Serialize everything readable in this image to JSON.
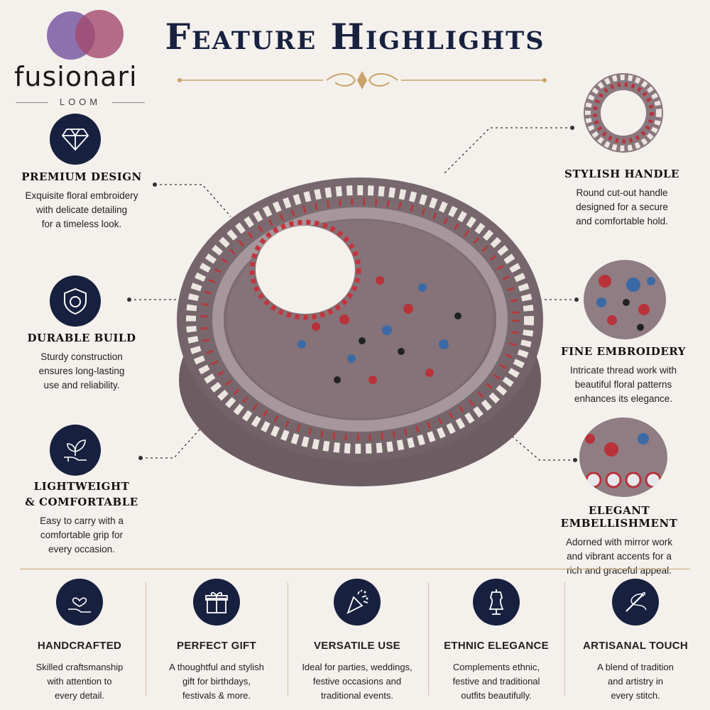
{
  "header": {
    "title": "Feature Highlights"
  },
  "brand": {
    "name": "fusionari",
    "sub": "LOOM",
    "colors": {
      "purple": "#7a5aa5",
      "rose": "#a24a6e",
      "navy": "#17203e",
      "gold": "#c9a36a"
    }
  },
  "left_features": [
    {
      "icon": "diamond-icon",
      "title": "PREMIUM DESIGN",
      "desc": [
        "Exquisite floral embroidery",
        "with delicate detailing",
        "for a timeless look."
      ]
    },
    {
      "icon": "shield-icon",
      "title": "DURABLE BUILD",
      "desc": [
        "Sturdy construction",
        "ensures long-lasting",
        "use and reliability."
      ]
    },
    {
      "icon": "plant-in-hand-icon",
      "title": [
        "LIGHTWEIGHT",
        "& COMFORTABLE"
      ],
      "desc": [
        "Easy to carry with a",
        "comfortable grip for",
        "every occasion."
      ]
    }
  ],
  "right_features": [
    {
      "title": "STYLISH HANDLE",
      "desc": [
        "Round cut-out handle",
        "designed for a secure",
        "and comfortable hold."
      ]
    },
    {
      "title": "FINE EMBROIDERY",
      "desc": [
        "Intricate thread work with",
        "beautiful floral patterns",
        "enhances its elegance."
      ]
    },
    {
      "title": "ELEGANT EMBELLISHMENT",
      "desc": [
        "Adorned with mirror work",
        "and vibrant accents for a",
        "rich and graceful appeal."
      ]
    }
  ],
  "bottom_features": [
    {
      "icon": "heart-hand-icon",
      "title": "HANDCRAFTED",
      "desc": [
        "Skilled craftsmanship",
        "with attention to",
        "every detail."
      ]
    },
    {
      "icon": "gift-icon",
      "title": "PERFECT GIFT",
      "desc": [
        "A thoughtful and stylish",
        "gift for birthdays,",
        "festivals & more."
      ]
    },
    {
      "icon": "party-popper-icon",
      "title": "VERSATILE USE",
      "desc": [
        "Ideal for parties, weddings,",
        "festive occasions and",
        "traditional events."
      ]
    },
    {
      "icon": "dress-form-icon",
      "title": "ETHNIC ELEGANCE",
      "desc": [
        "Complements ethnic,",
        "festive and traditional",
        "outfits beautifully."
      ]
    },
    {
      "icon": "needle-thread-icon",
      "title": "ARTISANAL TOUCH",
      "desc": [
        "A blend of tradition",
        "and artistry in",
        "every stitch."
      ]
    }
  ]
}
